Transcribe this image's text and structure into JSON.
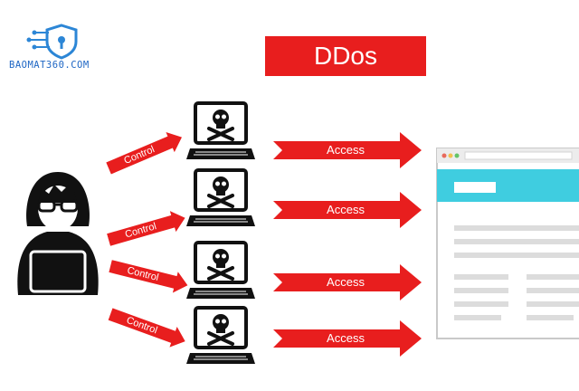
{
  "logo": {
    "text": "BAOMAT360.COM"
  },
  "title": {
    "text": "DDos"
  },
  "controls": [
    {
      "label": "Control"
    },
    {
      "label": "Control"
    },
    {
      "label": "Control"
    },
    {
      "label": "Control"
    }
  ],
  "accesses": [
    {
      "label": "Access"
    },
    {
      "label": "Access"
    },
    {
      "label": "Access"
    },
    {
      "label": "Access"
    }
  ],
  "colors": {
    "red": "#e81e1e",
    "dark": "#222222",
    "cyan": "#3fcde0",
    "logo_blue": "#1e66c4"
  }
}
